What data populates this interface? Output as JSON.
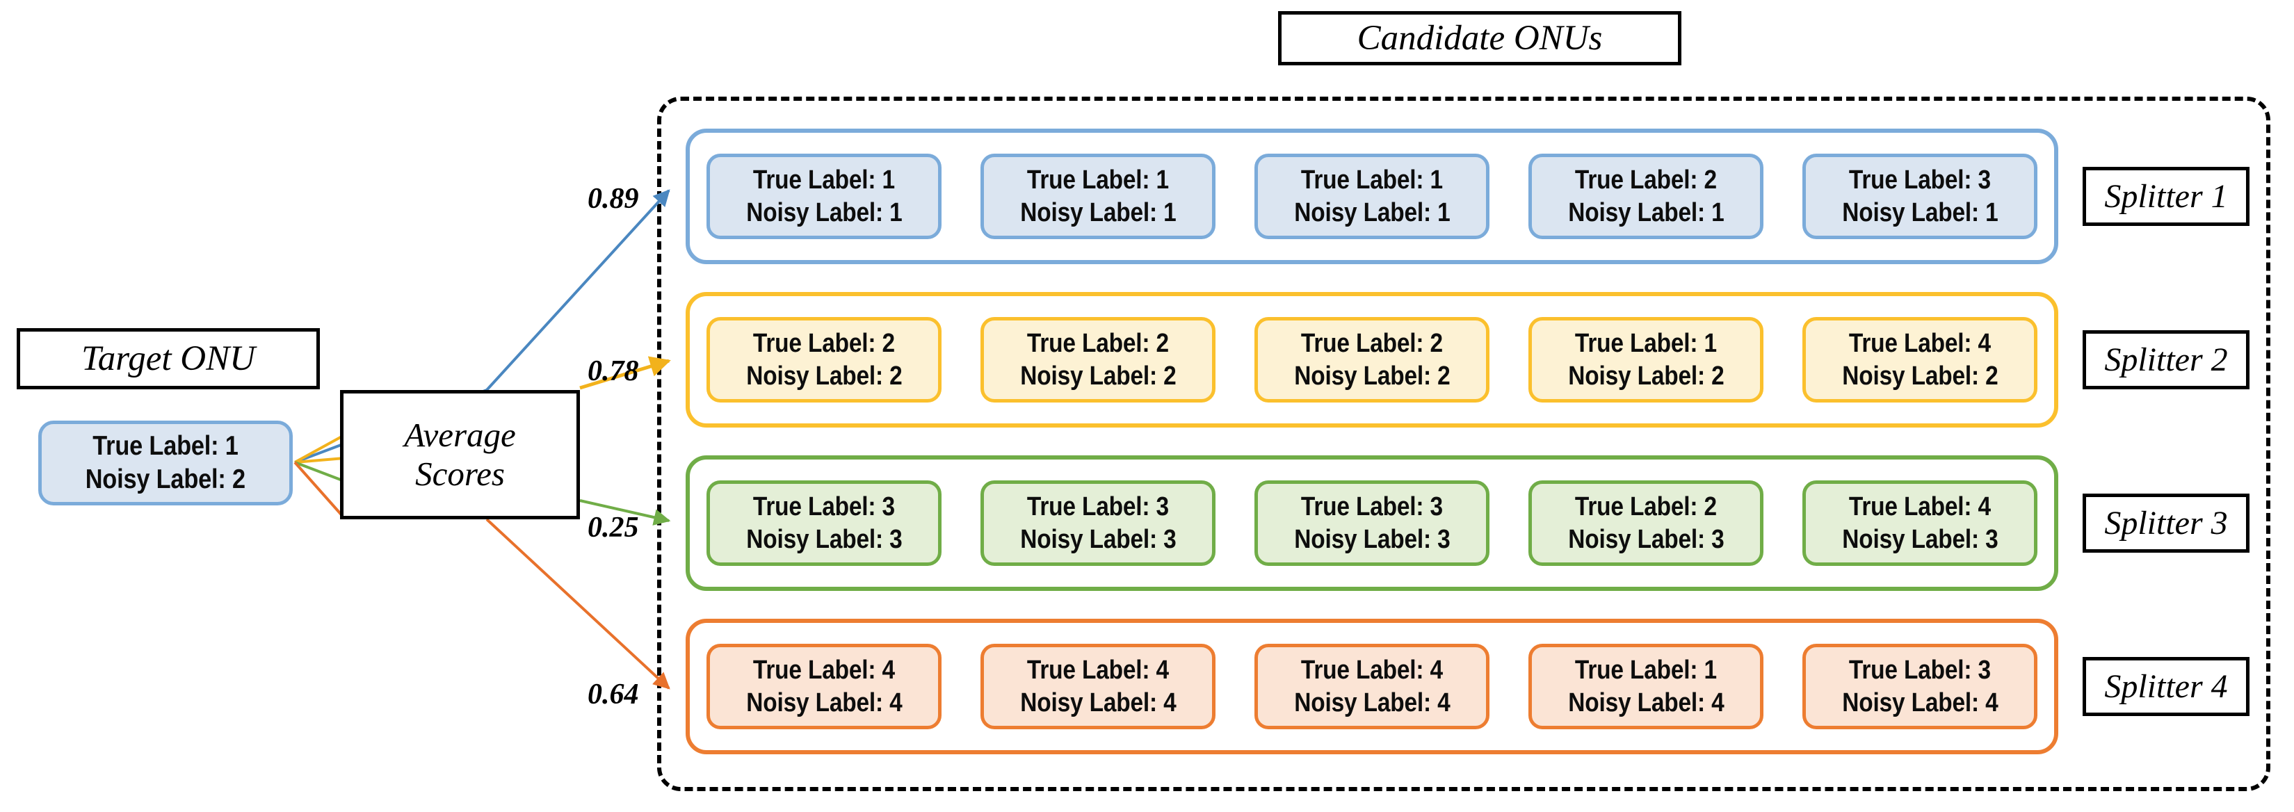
{
  "titles": {
    "candidate_onus": "Candidate ONUs",
    "target_onu": "Target ONU",
    "average_scores_line1": "Average",
    "average_scores_line2": "Scores"
  },
  "target_onu": {
    "true_label": "True Label: 1",
    "noisy_label": "Noisy Label: 2"
  },
  "colors": {
    "splitter1_border": "#7babda",
    "splitter1_fill": "#dbe5f1",
    "splitter2_border": "#fbc02d",
    "splitter2_fill": "#fdf2d4",
    "splitter3_border": "#70ad47",
    "splitter3_fill": "#e4efd7",
    "splitter4_border": "#ed7d31",
    "splitter4_fill": "#fbe4d5",
    "container_border": "#000000"
  },
  "splitters": [
    {
      "name": "Splitter 1",
      "score": "0.89",
      "cards": [
        {
          "true_label": "True Label: 1",
          "noisy_label": "Noisy Label: 1"
        },
        {
          "true_label": "True Label: 1",
          "noisy_label": "Noisy Label: 1"
        },
        {
          "true_label": "True Label: 1",
          "noisy_label": "Noisy Label: 1"
        },
        {
          "true_label": "True Label: 2",
          "noisy_label": "Noisy Label: 1"
        },
        {
          "true_label": "True Label: 3",
          "noisy_label": "Noisy Label: 1"
        }
      ]
    },
    {
      "name": "Splitter 2",
      "score": "0.78",
      "cards": [
        {
          "true_label": "True Label: 2",
          "noisy_label": "Noisy Label: 2"
        },
        {
          "true_label": "True Label: 2",
          "noisy_label": "Noisy Label: 2"
        },
        {
          "true_label": "True Label: 2",
          "noisy_label": "Noisy Label: 2"
        },
        {
          "true_label": "True Label: 1",
          "noisy_label": "Noisy Label: 2"
        },
        {
          "true_label": "True Label: 4",
          "noisy_label": "Noisy Label: 2"
        }
      ]
    },
    {
      "name": "Splitter 3",
      "score": "0.25",
      "cards": [
        {
          "true_label": "True Label: 3",
          "noisy_label": "Noisy Label: 3"
        },
        {
          "true_label": "True Label: 3",
          "noisy_label": "Noisy Label: 3"
        },
        {
          "true_label": "True Label: 3",
          "noisy_label": "Noisy Label: 3"
        },
        {
          "true_label": "True Label: 2",
          "noisy_label": "Noisy Label: 3"
        },
        {
          "true_label": "True Label: 4",
          "noisy_label": "Noisy Label: 3"
        }
      ]
    },
    {
      "name": "Splitter 4",
      "score": "0.64",
      "cards": [
        {
          "true_label": "True Label: 4",
          "noisy_label": "Noisy Label: 4"
        },
        {
          "true_label": "True Label: 4",
          "noisy_label": "Noisy Label: 4"
        },
        {
          "true_label": "True Label: 4",
          "noisy_label": "Noisy Label: 4"
        },
        {
          "true_label": "True Label: 1",
          "noisy_label": "Noisy Label: 4"
        },
        {
          "true_label": "True Label: 3",
          "noisy_label": "Noisy Label: 4"
        }
      ]
    }
  ]
}
